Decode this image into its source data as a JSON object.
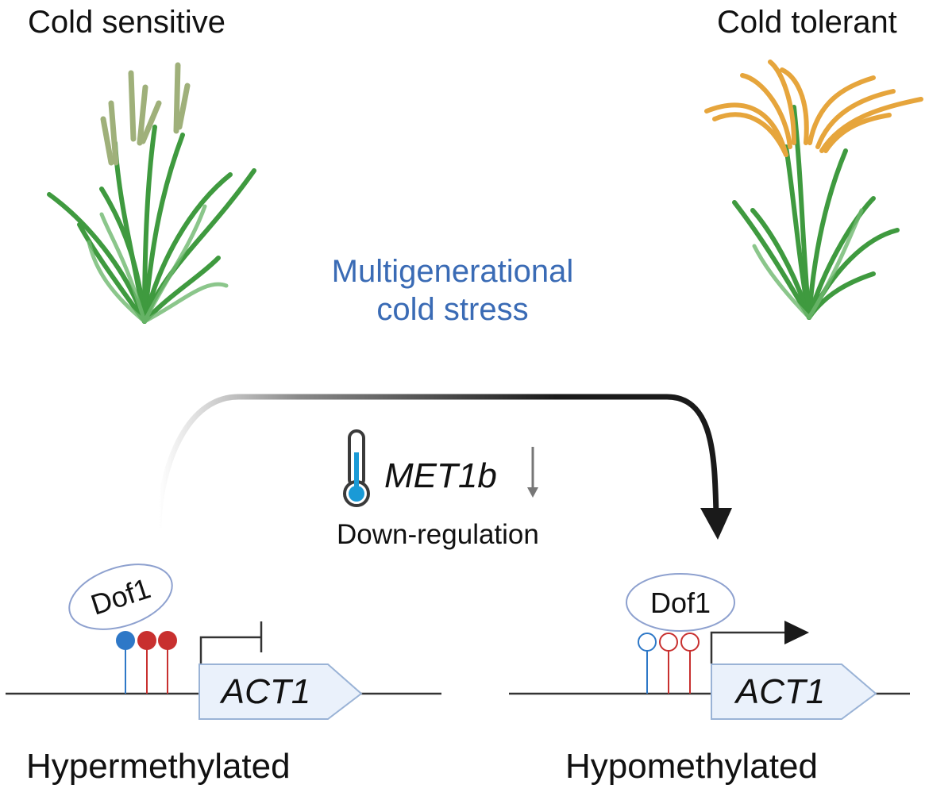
{
  "title_left": "Cold sensitive",
  "title_right": "Cold tolerant",
  "treatment": {
    "line1": "Multigenerational",
    "line2": "cold stress"
  },
  "mechanism": {
    "gene": "MET1b",
    "direction_icon": "down-arrow-icon",
    "effect": "Down-regulation",
    "icon": "thermometer-icon"
  },
  "left_state": {
    "factor": "Dof1",
    "gene": "ACT1",
    "promoter": "blocked",
    "methylation_sites": [
      {
        "color": "#2e78c7",
        "methylated": true
      },
      {
        "color": "#c8302f",
        "methylated": true
      },
      {
        "color": "#c8302f",
        "methylated": true
      }
    ],
    "label": "Hypermethylated"
  },
  "right_state": {
    "factor": "Dof1",
    "gene": "ACT1",
    "promoter": "active",
    "methylation_sites": [
      {
        "color": "#2e78c7",
        "methylated": false
      },
      {
        "color": "#c8302f",
        "methylated": false
      },
      {
        "color": "#c8302f",
        "methylated": false
      }
    ],
    "label": "Hypomethylated"
  },
  "colors": {
    "treatment_text": "#3a6bb5",
    "leaf_green": "#3f9a3f",
    "panicle_sensitive": "#9fb07a",
    "panicle_tolerant": "#e6a53c",
    "gene_box_fill": "#eaf1fb",
    "gene_box_stroke": "#9ab3d6",
    "oval_stroke": "#8ea1cf",
    "thermo_fill": "#1a9ad6"
  }
}
